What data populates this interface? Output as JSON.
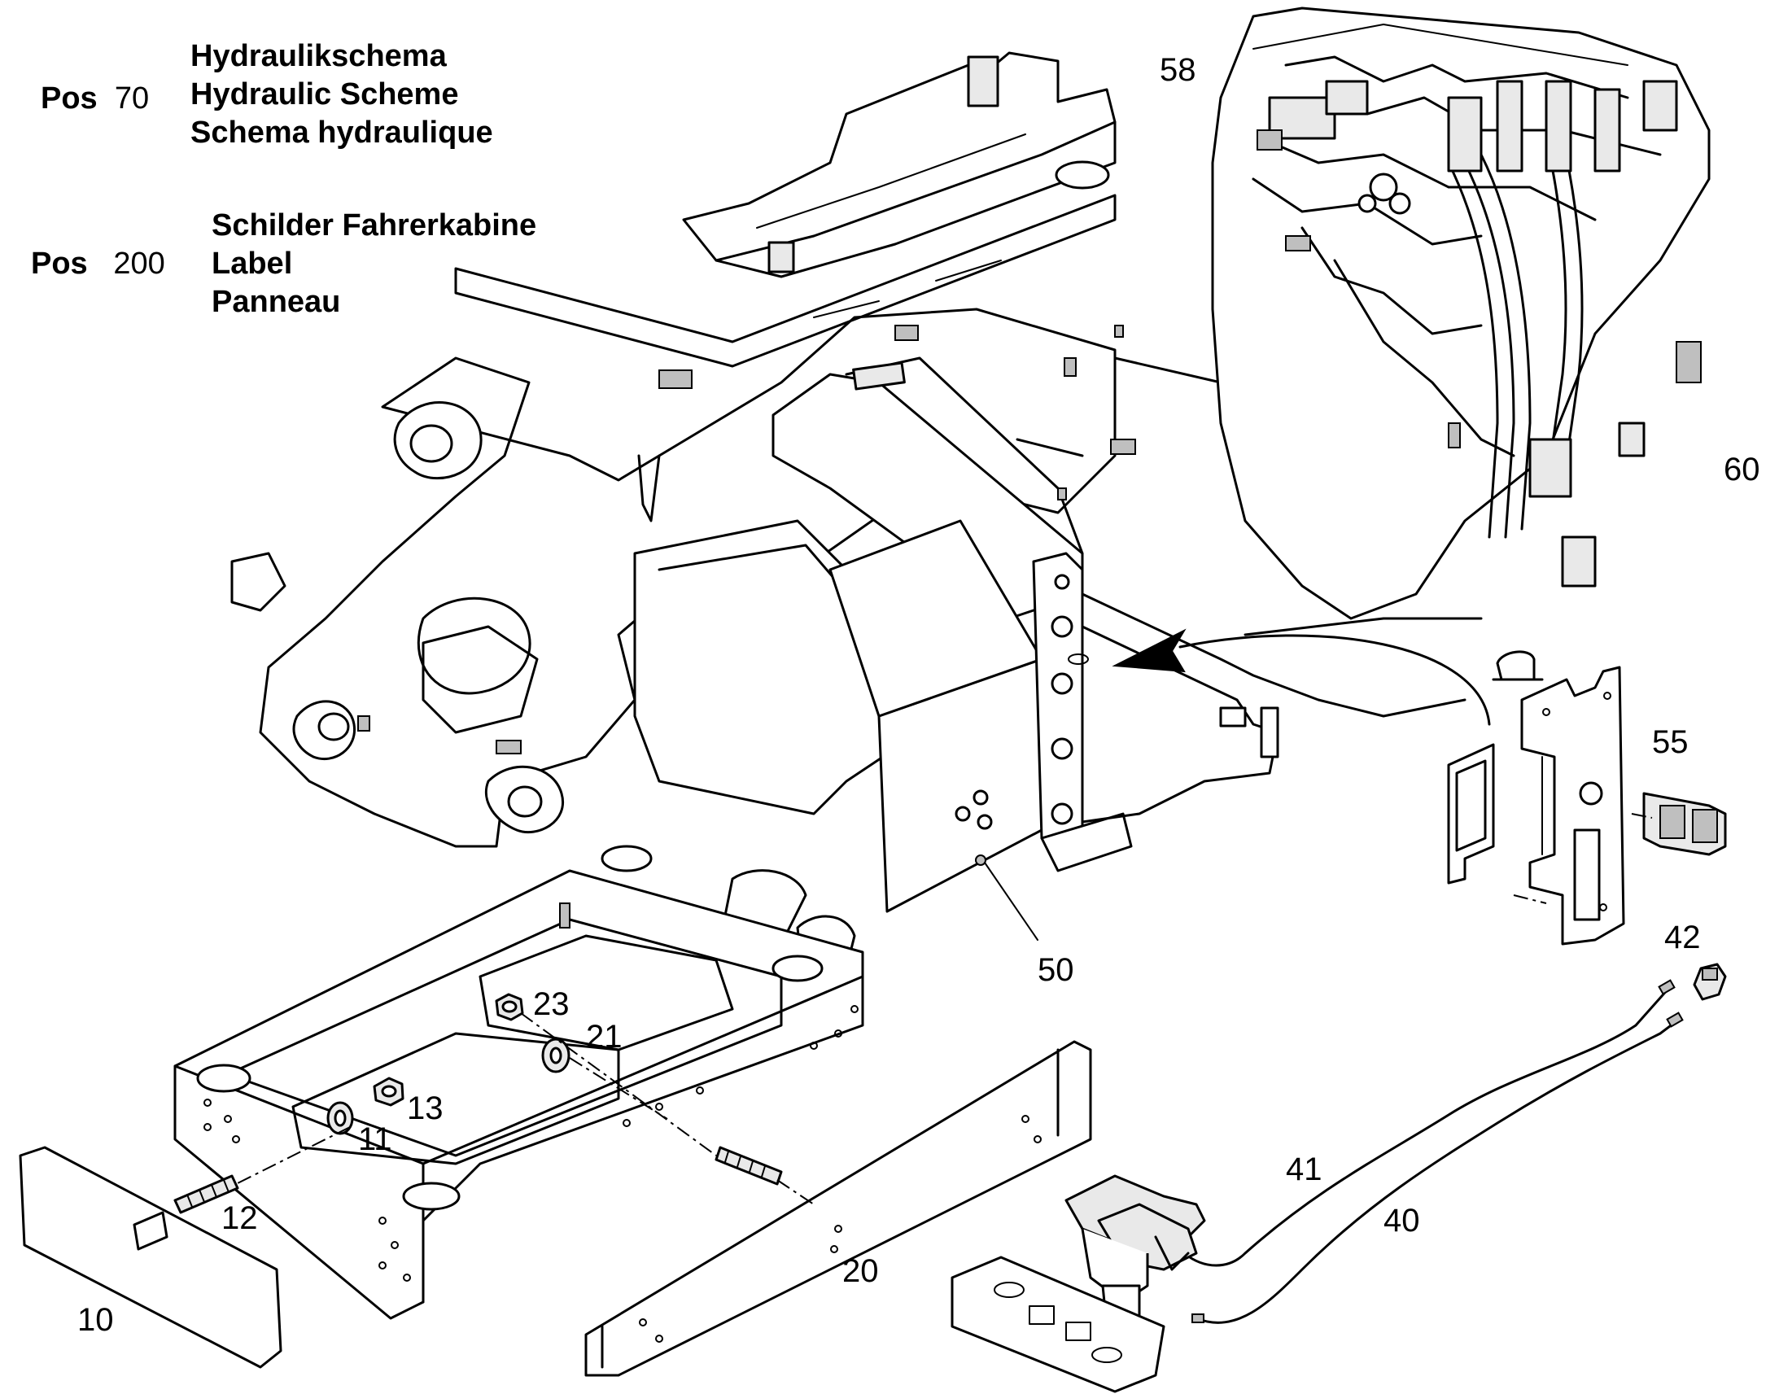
{
  "legend": [
    {
      "pos_label": "Pos",
      "pos_number": "70",
      "lines": [
        "Hydraulikschema",
        "Hydraulic Scheme",
        "Schema hydraulique"
      ]
    },
    {
      "pos_label": "Pos",
      "pos_number": "200",
      "lines": [
        "Schilder Fahrerkabine",
        "Label",
        "Panneau"
      ]
    }
  ],
  "callouts": {
    "p58": "58",
    "p60": "60",
    "p55": "55",
    "p50": "50",
    "p42": "42",
    "p23": "23",
    "p21": "21",
    "p13": "13",
    "p11": "11",
    "p12": "12",
    "p10": "10",
    "p20": "20",
    "p41": "41",
    "p40": "40"
  }
}
